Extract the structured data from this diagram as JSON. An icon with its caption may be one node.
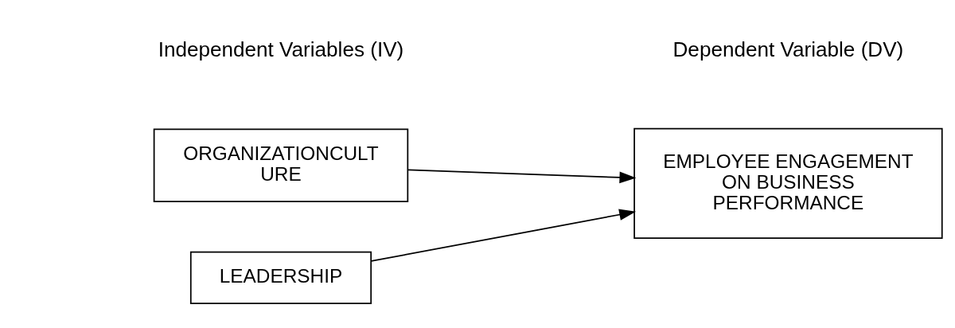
{
  "diagram": {
    "nodes": [
      {
        "text": [
          "LEADERSHIP"
        ]
      },
      {
        "text": [
          "ORGANIZATIONCULT URE"
        ]
      },
      {
        "text": [
          "EMPLOYEE ENGAGEMENT ON BUSINESS PERFORMANCE"
        ]
      }
    ],
    "edges": [
      {
        "from": 0,
        "to": 2,
        "arrow": "to"
      },
      {
        "from": 1,
        "to": 2,
        "arrow": "to"
      }
    ],
    "labels": [
      "Independent Variables (IV)",
      "Dependent Variable (DV)"
    ]
  }
}
